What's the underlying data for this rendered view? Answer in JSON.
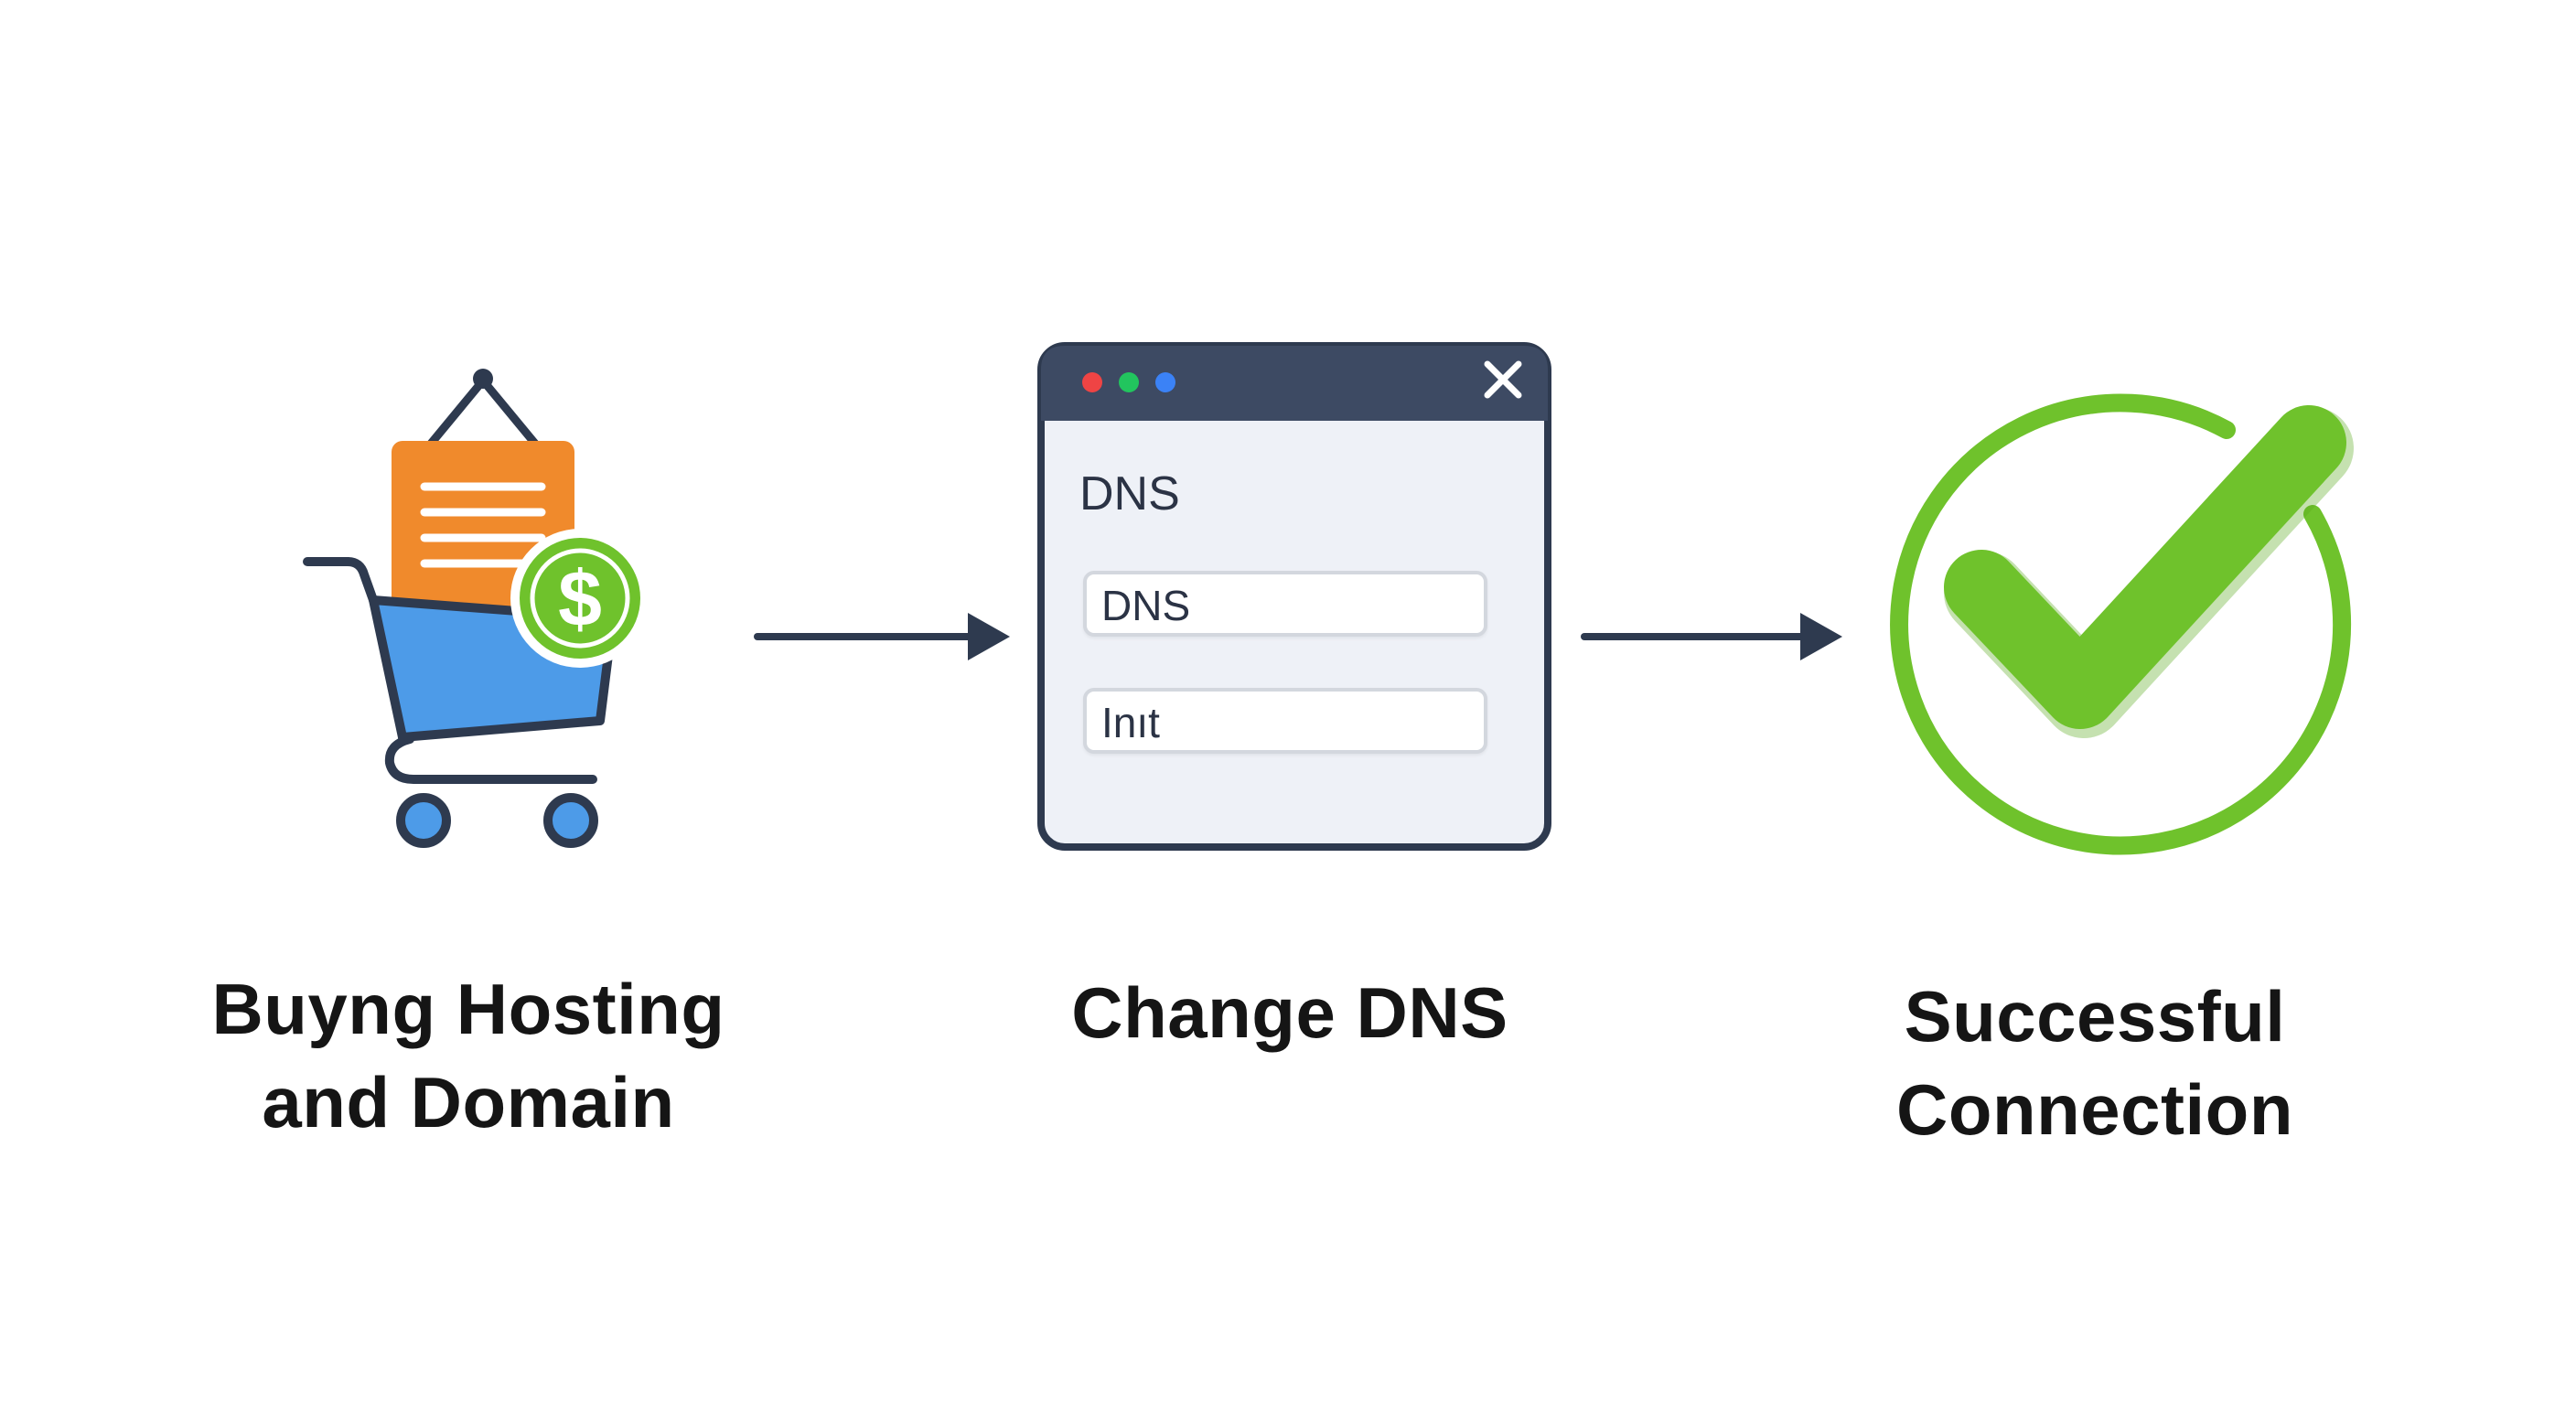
{
  "steps": [
    {
      "label": "Buyng Hosting\nand Domain",
      "icon": "shopping-cart-icon"
    },
    {
      "label": "Change DNS",
      "icon": "browser-window-icon"
    },
    {
      "label": "Successful\nConnection",
      "icon": "checkmark-circle-icon"
    }
  ],
  "dns_window": {
    "heading": "DNS",
    "field_1_value": "DNS",
    "field_2_value": "Inıt",
    "dot_colors": [
      "#ef4444",
      "#22c55e",
      "#3b82f6"
    ],
    "titlebar_color": "#3d4a63"
  },
  "colors": {
    "accent_green": "#6fc22c",
    "cart_blue": "#4d9be8",
    "document_orange": "#f08a2c",
    "outline_dark": "#2e3a4f"
  }
}
